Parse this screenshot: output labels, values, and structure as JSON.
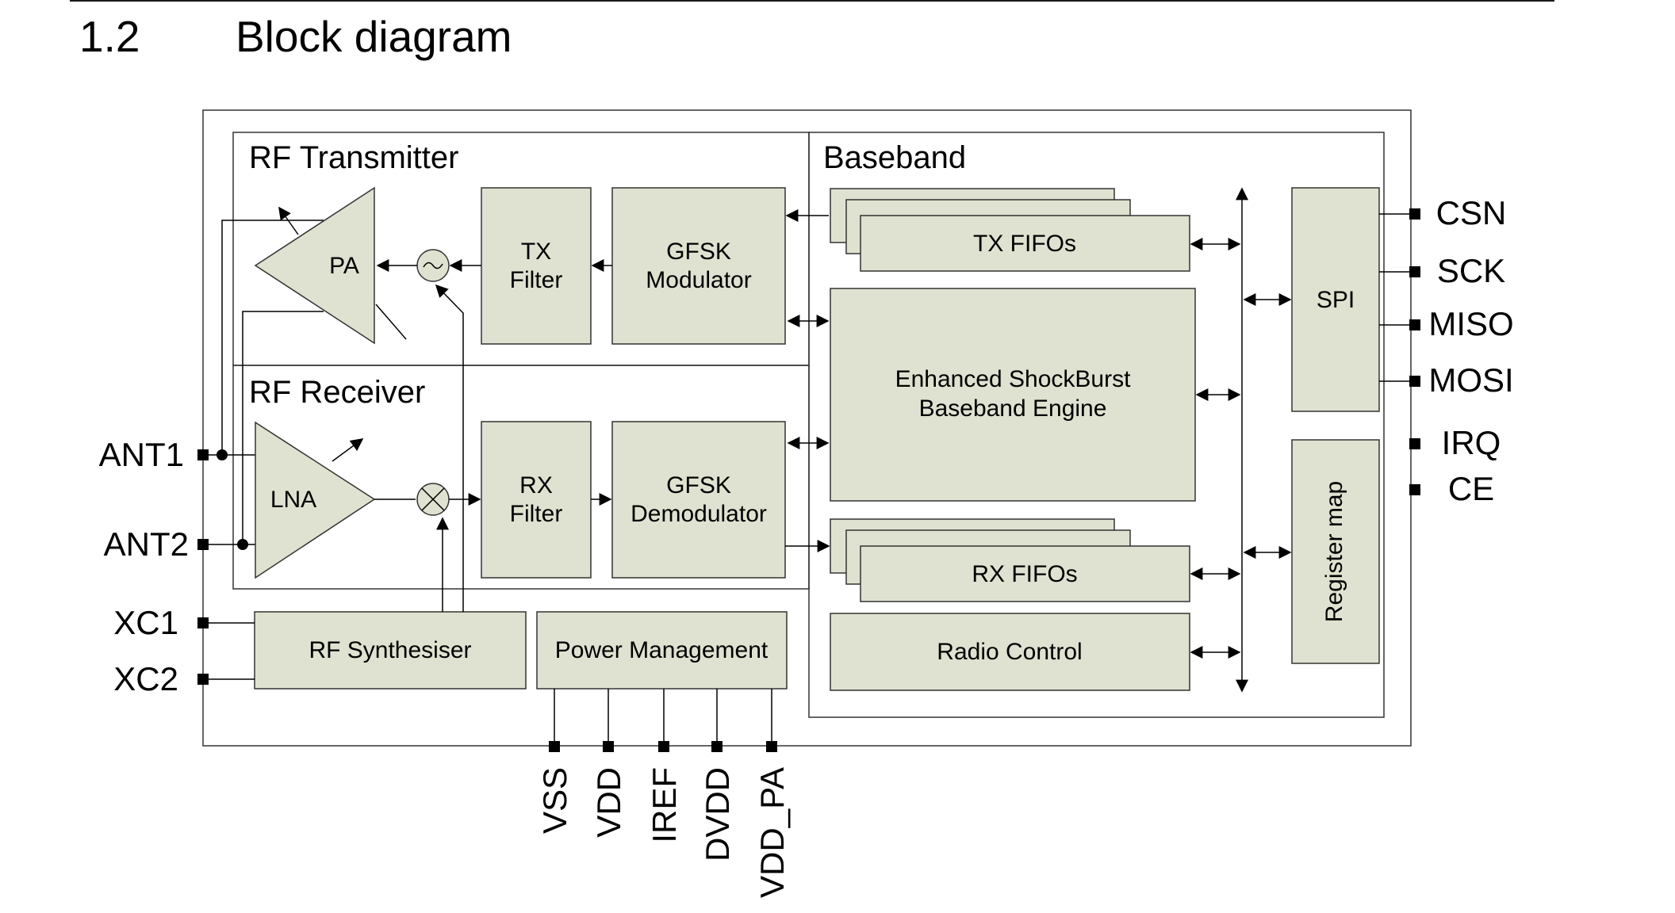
{
  "heading": {
    "number": "1.2",
    "title": "Block diagram"
  },
  "sections": {
    "rf_transmitter": "RF Transmitter",
    "rf_receiver": "RF Receiver",
    "baseband": "Baseband"
  },
  "blocks": {
    "pa": "PA",
    "lna": "LNA",
    "tx_filter": [
      "TX",
      "Filter"
    ],
    "rx_filter": [
      "RX",
      "Filter"
    ],
    "gfsk_modulator": [
      "GFSK",
      "Modulator"
    ],
    "gfsk_demodulator": [
      "GFSK",
      "Demodulator"
    ],
    "tx_fifos": "TX FIFOs",
    "rx_fifos": "RX FIFOs",
    "enhanced_shockburst": [
      "Enhanced ShockBurst",
      "Baseband Engine"
    ],
    "radio_control": "Radio Control",
    "spi": "SPI",
    "register_map": "Register map",
    "rf_synthesiser": "RF Synthesiser",
    "power_management": "Power Management"
  },
  "pins": {
    "left": [
      "ANT1",
      "ANT2",
      "XC1",
      "XC2"
    ],
    "right": [
      "CSN",
      "SCK",
      "MISO",
      "MOSI",
      "IRQ",
      "CE"
    ],
    "bottom": [
      "VSS",
      "VDD",
      "IREF",
      "DVDD",
      "VDD_PA"
    ]
  }
}
